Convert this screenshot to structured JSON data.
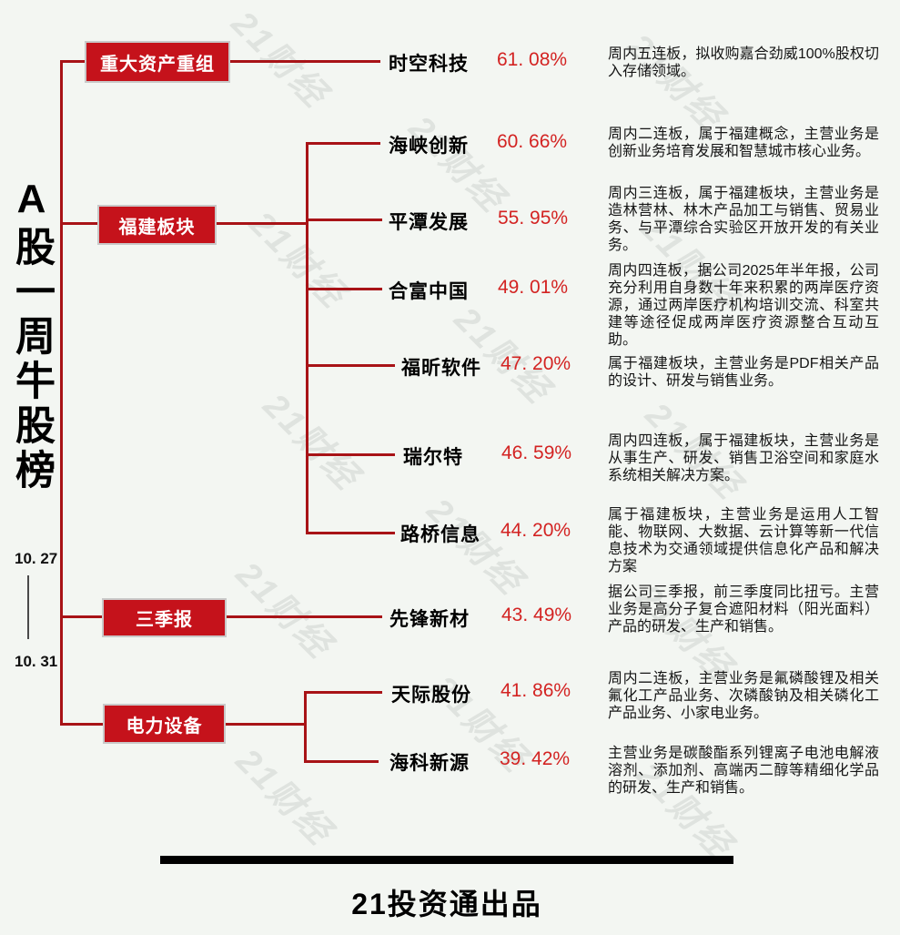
{
  "title": {
    "text": "A股一周牛股榜"
  },
  "date_range": {
    "start": "10. 27",
    "end": "10. 31"
  },
  "watermark": {
    "text": "21财经"
  },
  "footer": {
    "brand": "21投资通出品"
  },
  "colors": {
    "background": "#f3f6f2",
    "box_red": "#c5121b",
    "line_red": "#a81317",
    "pct_red": "#d32322"
  },
  "categories": [
    {
      "label": "重大资产重组"
    },
    {
      "label": "福建板块"
    },
    {
      "label": "三季报"
    },
    {
      "label": "电力设备"
    }
  ],
  "stocks": [
    {
      "name": "时空科技",
      "change": "61. 08%",
      "category": "重大资产重组",
      "desc": "周内五连板，拟收购嘉合劲威100%股权切入存储领域。"
    },
    {
      "name": "海峡创新",
      "change": "60. 66%",
      "category": "福建板块",
      "desc": "周内二连板，属于福建概念，主营业务是创新业务培育发展和智慧城市核心业务。"
    },
    {
      "name": "平潭发展",
      "change": "55. 95%",
      "category": "福建板块",
      "desc": "周内三连板，属于福建板块，主营业务是造林营林、林木产品加工与销售、贸易业务、与平潭综合实验区开放开发的有关业务。"
    },
    {
      "name": "合富中国",
      "change": "49. 01%",
      "category": "福建板块",
      "desc": "周内四连板，据公司2025年半年报，公司充分利用自身数十年来积累的两岸医疗资源，通过两岸医疗机构培训交流、科室共建等途径促成两岸医疗资源整合互动互助。"
    },
    {
      "name": "福昕软件",
      "change": "47. 20%",
      "category": "福建板块",
      "desc": "属于福建板块，主营业务是PDF相关产品的设计、研发与销售业务。"
    },
    {
      "name": "瑞尔特",
      "change": "46. 59%",
      "category": "福建板块",
      "desc": "周内四连板，属于福建板块，主营业务是从事生产、研发、销售卫浴空间和家庭水系统相关解决方案。"
    },
    {
      "name": "路桥信息",
      "change": "44. 20%",
      "category": "福建板块",
      "desc": "属于福建板块，主营业务是运用人工智能、物联网、大数据、云计算等新一代信息技术为交通领域提供信息化产品和解决方案"
    },
    {
      "name": "先锋新材",
      "change": "43. 49%",
      "category": "三季报",
      "desc": "据公司三季报，前三季度同比扭亏。主营业务是高分子复合遮阳材料（阳光面料）产品的研发、生产和销售。"
    },
    {
      "name": "天际股份",
      "change": "41. 86%",
      "category": "电力设备",
      "desc": "周内二连板，主营业务是氟磷酸锂及相关氟化工产品业务、次磷酸钠及相关磷化工产品业务、小家电业务。"
    },
    {
      "name": "海科新源",
      "change": "39. 42%",
      "category": "电力设备",
      "desc": "主营业务是碳酸酯系列锂离子电池电解液溶剂、添加剂、高端丙二醇等精细化学品的研发、生产和销售。"
    }
  ]
}
